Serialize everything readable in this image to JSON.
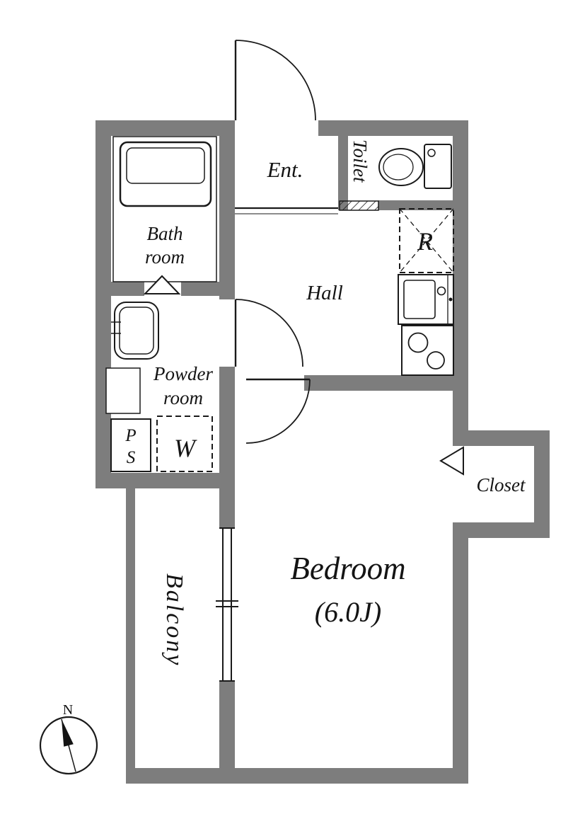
{
  "floor_plan": {
    "rooms": {
      "entrance": "Ent.",
      "toilet": "Toilet",
      "bath_line1": "Bath",
      "bath_line2": "room",
      "hall": "Hall",
      "powder_line1": "Powder",
      "powder_line2": "room",
      "bedroom_name": "Bedroom",
      "bedroom_size": "(6.0J)",
      "closet": "Closet",
      "balcony": "Balcony"
    },
    "fixtures": {
      "refrigerator_mark": "R",
      "washer_mark": "W",
      "pipe_space_p": "P",
      "pipe_space_s": "S"
    },
    "compass": {
      "north_mark": "N"
    },
    "colors": {
      "wall_gray": "#7d7d7d",
      "line_black": "#1a1a1a",
      "background": "#ffffff"
    }
  }
}
